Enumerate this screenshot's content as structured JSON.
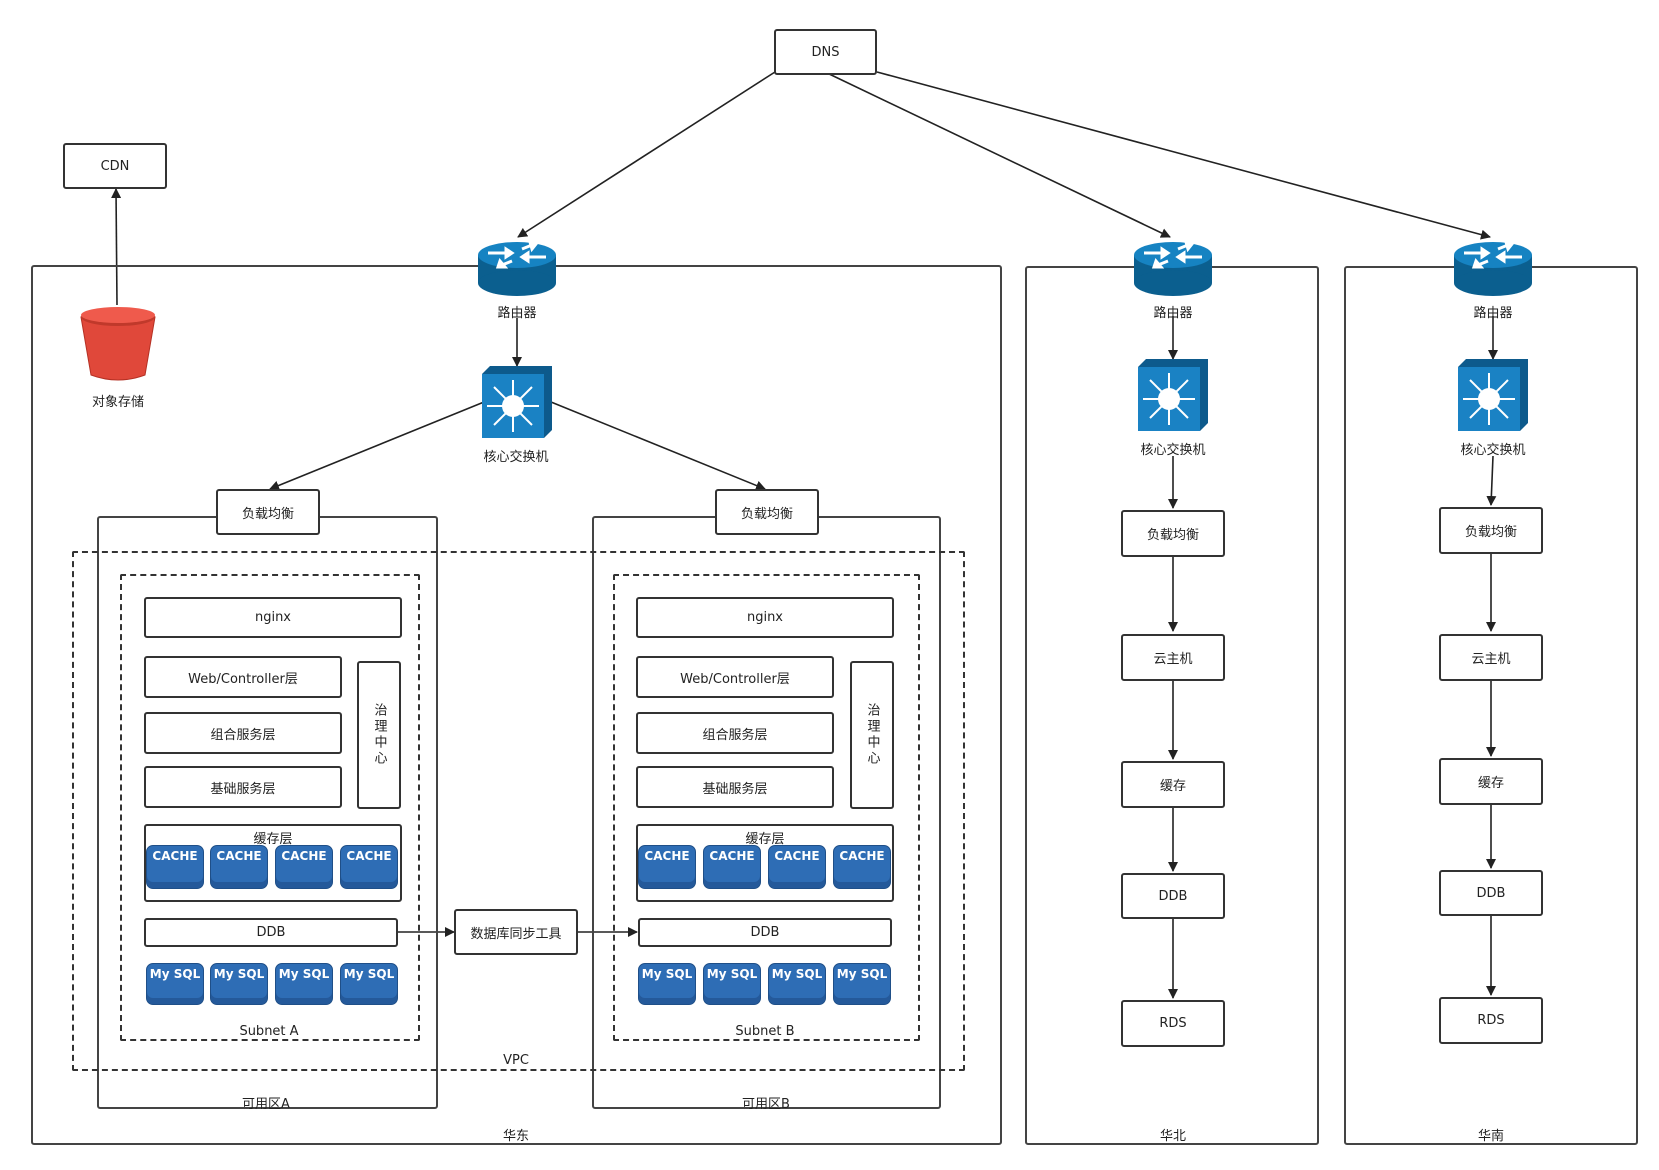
{
  "dns": "DNS",
  "cdn": "CDN",
  "object_storage": "对象存储",
  "regions": {
    "east": {
      "label": "华东",
      "router": "路由器",
      "switch": "核心交换机",
      "vpc": "VPC",
      "sync_tool": "数据库同步工具",
      "zones": [
        {
          "label": "可用区A",
          "lb": "负载均衡",
          "subnet": "Subnet A",
          "nginx": "nginx",
          "web": "Web/Controller层",
          "compose": "组合服务层",
          "base": "基础服务层",
          "governance": "治理中心",
          "cache_layer": "缓存层",
          "caches": [
            "CACHE",
            "CACHE",
            "CACHE",
            "CACHE"
          ],
          "ddb": "DDB",
          "mysqls": [
            "My SQL",
            "My SQL",
            "My SQL",
            "My SQL"
          ]
        },
        {
          "label": "可用区B",
          "lb": "负载均衡",
          "subnet": "Subnet B",
          "nginx": "nginx",
          "web": "Web/Controller层",
          "compose": "组合服务层",
          "base": "基础服务层",
          "governance": "治理中心",
          "cache_layer": "缓存层",
          "caches": [
            "CACHE",
            "CACHE",
            "CACHE",
            "CACHE"
          ],
          "ddb": "DDB",
          "mysqls": [
            "My SQL",
            "My SQL",
            "My SQL",
            "My SQL"
          ]
        }
      ]
    },
    "north": {
      "label": "华北",
      "router": "路由器",
      "switch": "核心交换机",
      "lb": "负载均衡",
      "vm": "云主机",
      "cache": "缓存",
      "ddb": "DDB",
      "rds": "RDS"
    },
    "south": {
      "label": "华南",
      "router": "路由器",
      "switch": "核心交换机",
      "lb": "负载均衡",
      "vm": "云主机",
      "cache": "缓存",
      "ddb": "DDB",
      "rds": "RDS"
    }
  },
  "colors": {
    "router": "#0e6ea3",
    "switch": "#1a82c4",
    "bucket": "#e0483a",
    "pill": "#2e6db5"
  }
}
